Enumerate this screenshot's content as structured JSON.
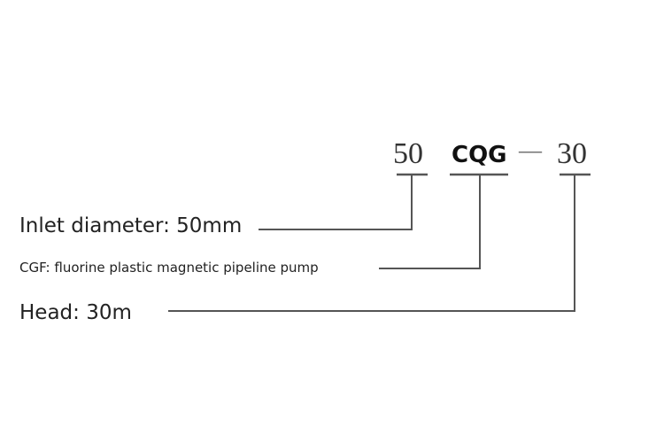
{
  "model_code": {
    "part1": "50",
    "part2": "CQG",
    "separator": "—",
    "part3": "30"
  },
  "labels": {
    "inlet": "Inlet diameter: 50mm",
    "type": "CGF: fluorine plastic magnetic pipeline pump",
    "head": "Head: 30m"
  },
  "colors": {
    "line": "#555555",
    "text": "#222222"
  }
}
